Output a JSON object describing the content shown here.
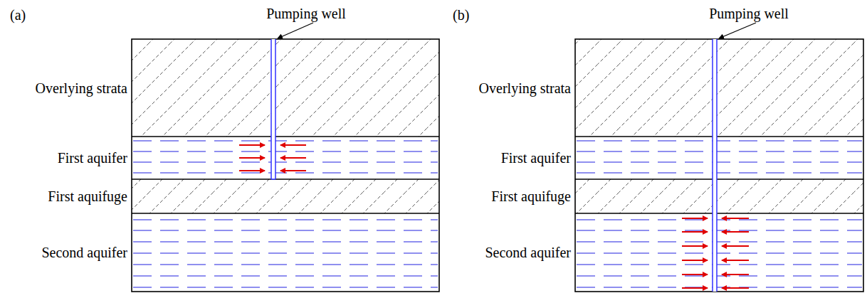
{
  "diagram": {
    "nodes": [
      {
        "text": [
          "Overlying strata"
        ]
      },
      {
        "text": [
          "First aquifer"
        ]
      },
      {
        "text": [
          "First aquifuge"
        ]
      },
      {
        "text": [
          "Second aquifer"
        ]
      },
      {
        "text": [
          "Overlying strata"
        ]
      },
      {
        "text": [
          "First aquifer"
        ]
      },
      {
        "text": [
          "First aquifuge"
        ]
      },
      {
        "text": [
          "Second aquifer"
        ]
      }
    ],
    "edges": [],
    "labels": [
      "(a)",
      "Pumping well",
      "(b)",
      "Pumping well"
    ]
  }
}
